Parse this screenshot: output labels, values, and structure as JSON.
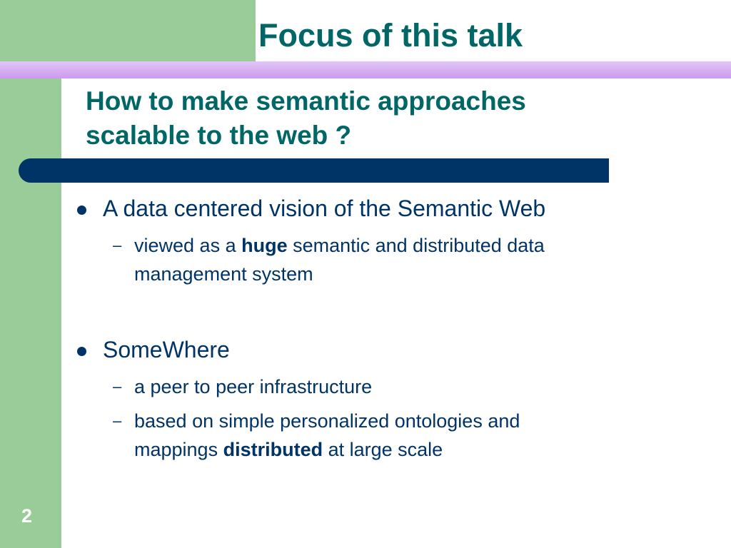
{
  "slide": {
    "title": "Focus of this talk",
    "subtitle_line1": "How to make semantic approaches",
    "subtitle_line2": "scalable to the web ?",
    "page_number": "2"
  },
  "bullets": [
    {
      "text": "A data centered vision of the Semantic Web",
      "subs": [
        {
          "pre": "viewed as a ",
          "bold": "huge",
          "post": " semantic and distributed data",
          "line2": "management system"
        }
      ]
    },
    {
      "text": "SomeWhere",
      "subs": [
        {
          "text": "a peer to peer infrastructure"
        },
        {
          "line1": "based on simple personalized ontologies and",
          "pre": "mappings ",
          "bold": "distributed",
          "post": " at large scale"
        }
      ]
    }
  ],
  "colors": {
    "green": "#99cc99",
    "purple": "#cc99ee",
    "title_teal": "#006666",
    "navy": "#003366"
  }
}
